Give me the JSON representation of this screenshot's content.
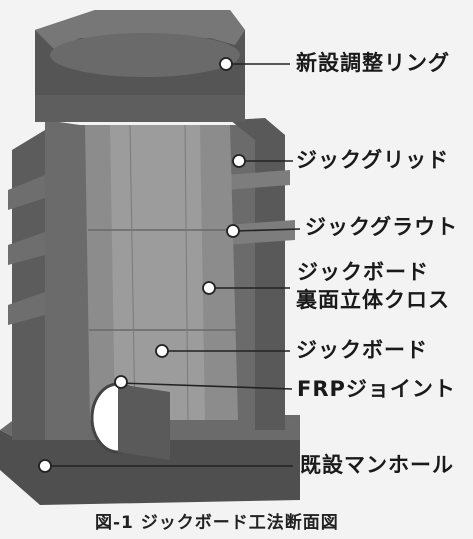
{
  "labels": {
    "new_adjust_ring": "新設調整リング",
    "zic_grid": "ジックグリッド",
    "zic_grout": "ジックグラウト",
    "zic_board_cross_line1": "ジックボード",
    "zic_board_cross_line2": "裏面立体クロス",
    "zic_board": "ジックボード",
    "frp_joint": "FRPジョイント",
    "existing_manhole": "既設マンホール"
  },
  "caption": "図-1 ジックボード工法断面図",
  "colors": {
    "background": "#f3f3f3",
    "body_dark": "#5a5a5a",
    "body_mid": "#7a7a7a",
    "body_light": "#9a9a9a",
    "leader": "#222222",
    "dot": "#ffffff"
  }
}
